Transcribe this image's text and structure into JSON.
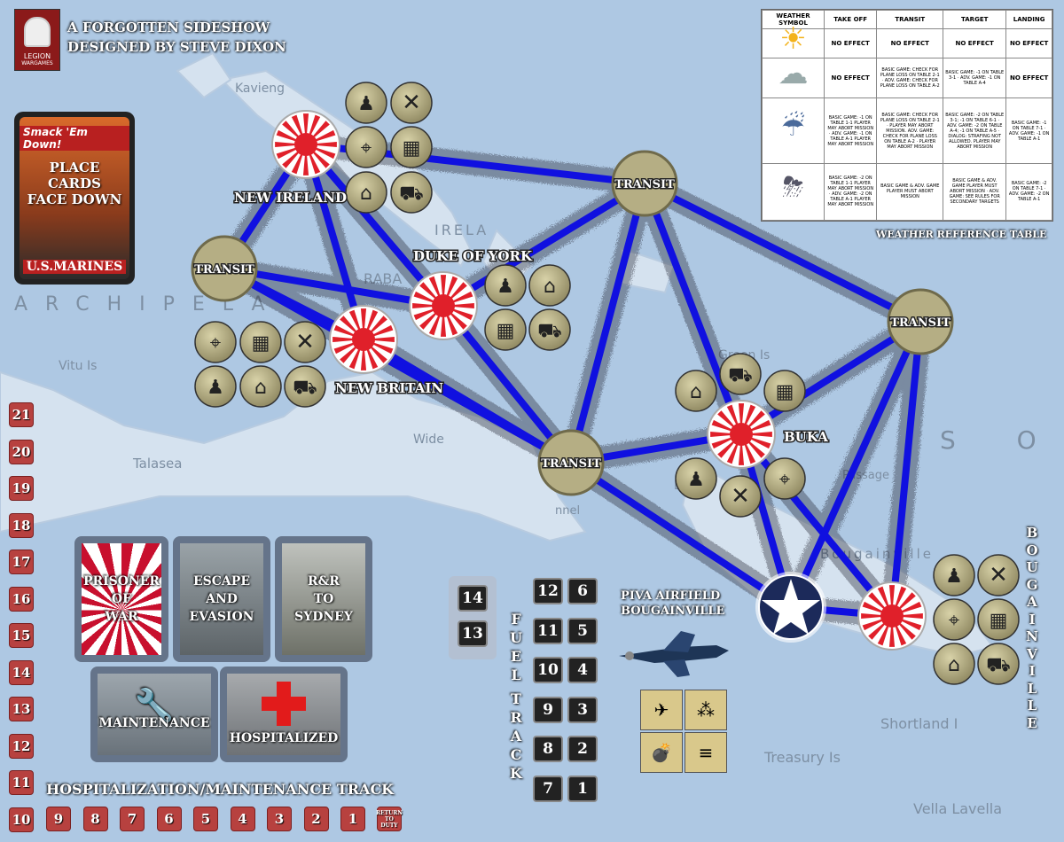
{
  "header": {
    "line1": "A FORGOTTEN SIDESHOW",
    "line2": "DESIGNED BY STEVE DIXON",
    "publisher_line1": "LEGION",
    "publisher_line2": "WARGAMES"
  },
  "weather_table": {
    "caption": "WEATHER REFERENCE TABLE",
    "headers": [
      "WEATHER SYMBOL",
      "TAKE OFF",
      "TRANSIT",
      "TARGET",
      "LANDING"
    ],
    "rows": [
      {
        "icon": "sun-icon",
        "take_off": "NO EFFECT",
        "transit": "NO EFFECT",
        "target": "NO EFFECT",
        "landing": "NO EFFECT"
      },
      {
        "icon": "cloud-icon",
        "take_off": "NO EFFECT",
        "transit": "BASIC GAME: CHECK FOR PLANE LOSS ON TABLE 2-1 · ADV. GAME: CHECK FOR PLANE LOSS ON TABLE A-2",
        "target": "BASIC GAME: -1 ON TABLE 3-1 · ADV. GAME: -1 ON TABLE A-4",
        "landing": "NO EFFECT"
      },
      {
        "icon": "rain-icon",
        "take_off": "BASIC GAME: -1 ON TABLE 1-1 PLAYER MAY ABORT MISSION · ADV. GAME: -1 ON TABLE A-1 PLAYER MAY ABORT MISSION",
        "transit": "BASIC GAME: CHECK FOR PLANE LOSS ON TABLE 2-1 · PLAYER MAY ABORT MISSION. ADV. GAME: CHECK FOR PLANE LOSS ON TABLE A-2 · PLAYER MAY ABORT MISSION",
        "target": "BASIC GAME: -2 ON TABLE 3-1; -1 ON TABLE 6-1 · ADV. GAME: -2 ON TABLE A-4; -1 ON TABLE A-5 · DIALOG: STRAFING NOT ALLOWED. PLAYER MAY ABORT MISSION",
        "landing": "BASIC GAME: -1 ON TABLE 7-1 · ADV. GAME: -1 ON TABLE A-1"
      },
      {
        "icon": "storm-icon",
        "take_off": "BASIC GAME: -2 ON TABLE 1-1 PLAYER MAY ABORT MISSION · ADV. GAME: -2 ON TABLE A-1 PLAYER MAY ABORT MISSION",
        "transit": "BASIC GAME & ADV. GAME PLAYER MUST ABORT MISSION",
        "target": "BASIC GAME & ADV. GAME PLAYER MUST ABORT MISSION · ADV. GAME: SEE RULES FOR SECONDARY TARGETS",
        "landing": "BASIC GAME: -2 ON TABLE 7-1 · ADV. GAME: -2 ON TABLE A-1"
      }
    ]
  },
  "smack_card": {
    "top": "Smack 'Em Down!",
    "middle": [
      "PLACE",
      "CARDS",
      "FACE DOWN"
    ],
    "bottom": "U.S.MARINES"
  },
  "map_labels": [
    "Kavieng",
    "Vitu Is",
    "Talasea",
    "Green Is",
    "Buka",
    "Bougainville",
    "Shortland I",
    "Treasury Is",
    "Vella Lavella",
    "RABA",
    "IRELA",
    "S O L",
    "ARCHIPELA",
    "Wide",
    "Passage",
    "nnel"
  ],
  "nodes": {
    "new_ireland": "NEW IRELAND",
    "duke_of_york": "DUKE OF YORK",
    "new_britain": "NEW BRITAIN",
    "buka": "BUKA",
    "transit": "TRANSIT",
    "piva": [
      "PIVA AIRFIELD",
      "BOUGAINVILLE"
    ],
    "bougainville_vertical": "BOUGAINVILLE"
  },
  "hosp_track": {
    "title": "HOSPITALIZATION/MAINTENANCE TRACK",
    "vertical": [
      "21",
      "20",
      "19",
      "18",
      "17",
      "16",
      "15",
      "14",
      "13",
      "12",
      "11",
      "10"
    ],
    "horizontal": [
      "9",
      "8",
      "7",
      "6",
      "5",
      "4",
      "3",
      "2",
      "1"
    ],
    "return_label": "RETURN TO DUTY"
  },
  "cards": {
    "pow": [
      "PRISONER",
      "OF",
      "WAR"
    ],
    "escape": [
      "ESCAPE",
      "AND",
      "EVASION"
    ],
    "rr": [
      "R&R",
      "TO",
      "SYDNEY"
    ],
    "maintenance": "MAINTENANCE",
    "hospitalized": "HOSPITALIZED"
  },
  "fuel_track": {
    "title": [
      "F",
      "U",
      "E",
      "L",
      "T",
      "R",
      "A",
      "C",
      "K"
    ],
    "left_col": [
      "14",
      "13"
    ],
    "col1": [
      "12",
      "11",
      "10",
      "9",
      "8",
      "7"
    ],
    "col2": [
      "6",
      "5",
      "4",
      "3",
      "2",
      "1"
    ]
  },
  "colors": {
    "route": "#1010e0",
    "sea": "#aec8e3",
    "land": "#d6e3f0",
    "token": "#b5ae84"
  }
}
